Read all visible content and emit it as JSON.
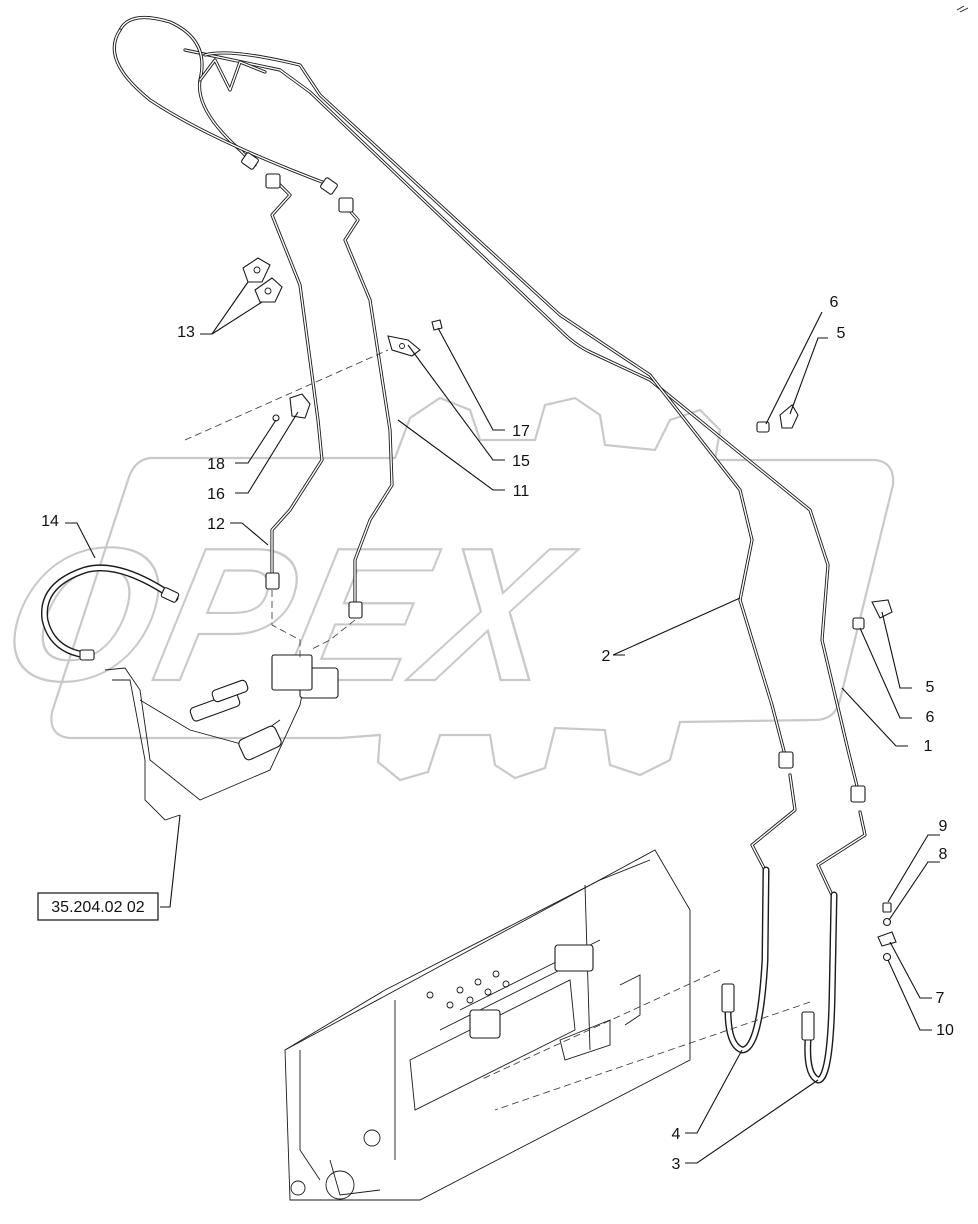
{
  "reference_box": {
    "label": "35.204.02 02"
  },
  "callouts": [
    {
      "id": "6a",
      "label": "6"
    },
    {
      "id": "5a",
      "label": "5"
    },
    {
      "id": "13",
      "label": "13"
    },
    {
      "id": "17",
      "label": "17"
    },
    {
      "id": "18",
      "label": "18"
    },
    {
      "id": "15",
      "label": "15"
    },
    {
      "id": "16",
      "label": "16"
    },
    {
      "id": "11",
      "label": "11"
    },
    {
      "id": "14",
      "label": "14"
    },
    {
      "id": "12",
      "label": "12"
    },
    {
      "id": "2",
      "label": "2"
    },
    {
      "id": "5b",
      "label": "5"
    },
    {
      "id": "6b",
      "label": "6"
    },
    {
      "id": "1",
      "label": "1"
    },
    {
      "id": "9",
      "label": "9"
    },
    {
      "id": "8",
      "label": "8"
    },
    {
      "id": "7",
      "label": "7"
    },
    {
      "id": "10",
      "label": "10"
    },
    {
      "id": "4",
      "label": "4"
    },
    {
      "id": "3",
      "label": "3"
    }
  ],
  "watermark": {
    "text": "OPEX"
  },
  "colors": {
    "ink": "#1a1a1a",
    "watermark": "#c9c9c9",
    "background": "#ffffff"
  }
}
